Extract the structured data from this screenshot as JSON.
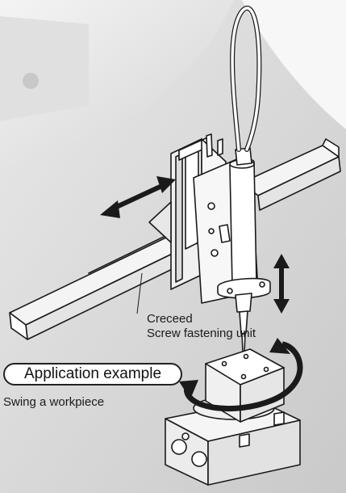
{
  "callout": {
    "line1": "Creceed",
    "line2": "Screw fastening unit"
  },
  "badge": {
    "label": "Application example"
  },
  "caption": {
    "text": "Swing a workpiece"
  },
  "icons": [
    "double-arrow-horizontal-icon",
    "double-arrow-vertical-icon",
    "rotation-arrow-icon"
  ],
  "colors": {
    "background_light": "#f2f2f2",
    "background_gray": "#cfcfcf",
    "ink": "#1a1a1a",
    "part_fill": "#ffffff"
  }
}
